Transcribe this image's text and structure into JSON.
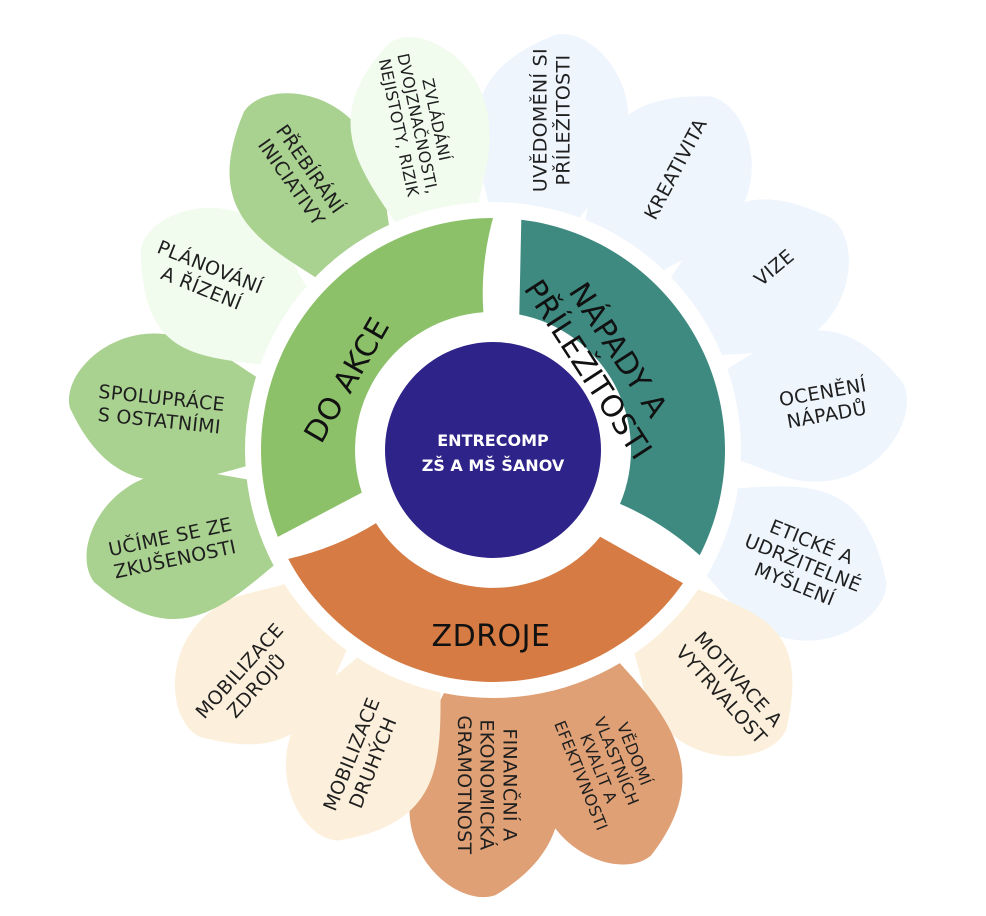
{
  "center": {
    "line1": "ENTRECOMP",
    "line2": "ZŠ A MŠ ŠANOV",
    "color": "#2e2388"
  },
  "areas": [
    {
      "id": "ideas",
      "lines": [
        "NÁPADY A",
        "PŘÍLEŽITOSTI"
      ],
      "color": "#3e8a80"
    },
    {
      "id": "resources",
      "lines": [
        "ZDROJE"
      ],
      "color": "#d57b43"
    },
    {
      "id": "action",
      "lines": [
        "DO AKCE"
      ],
      "color": "#8cc16a"
    }
  ],
  "petals": [
    {
      "id": "uvedomeni",
      "lines": [
        "UVĚDOMĚNÍ SI",
        "PŘÍLEŽITOSTI"
      ],
      "color": "#eef5fd"
    },
    {
      "id": "kreativita",
      "lines": [
        "KREATIVITA"
      ],
      "color": "#eef5fd"
    },
    {
      "id": "vize",
      "lines": [
        "VIZE"
      ],
      "color": "#eef5fd"
    },
    {
      "id": "oceneni",
      "lines": [
        "OCENĚNÍ",
        "NÁPADŮ"
      ],
      "color": "#eef5fd"
    },
    {
      "id": "eticke",
      "lines": [
        "ETICKÉ A",
        "UDRŽITELNÉ",
        "MYŠLENÍ"
      ],
      "color": "#eef5fd"
    },
    {
      "id": "motivace",
      "lines": [
        "MOTIVACE A",
        "VYTRVALOST"
      ],
      "color": "#fcf0dc"
    },
    {
      "id": "vedomi",
      "lines": [
        "VĚDOMÍ",
        "VLASTNÍCH",
        "KVALIT A",
        "EFEKTIVNOSTI"
      ],
      "color": "#dfa075"
    },
    {
      "id": "financni",
      "lines": [
        "FINANČNÍ A",
        "EKONOMICKÁ",
        "GRAMOTNOST"
      ],
      "color": "#dfa075"
    },
    {
      "id": "mob-druhych",
      "lines": [
        "MOBILIZACE",
        "DRUHÝCH"
      ],
      "color": "#fcf0dc"
    },
    {
      "id": "mob-zdroju",
      "lines": [
        "MOBILIZACE",
        "ZDROJŮ"
      ],
      "color": "#fcf0dc"
    },
    {
      "id": "ucime",
      "lines": [
        "UČÍME SE ZE",
        "ZKUŠENOSTI"
      ],
      "color": "#a9d18f"
    },
    {
      "id": "spoluprace",
      "lines": [
        "SPOLUPRÁCE",
        "S OSTATNÍMI"
      ],
      "color": "#a9d18f"
    },
    {
      "id": "planovani",
      "lines": [
        "PLÁNOVÁNÍ",
        "A ŘÍZENÍ"
      ],
      "color": "#f1fbee"
    },
    {
      "id": "prebirani",
      "lines": [
        "PŘEBÍRÁNÍ",
        "INICIATIVY"
      ],
      "color": "#a9d18f"
    },
    {
      "id": "zvladani",
      "lines": [
        "ZVLÁDÁNÍ",
        "DVOJZNAČNOSTI,",
        "NEJISTOTY, RIZIK"
      ],
      "color": "#f1fbee"
    }
  ]
}
